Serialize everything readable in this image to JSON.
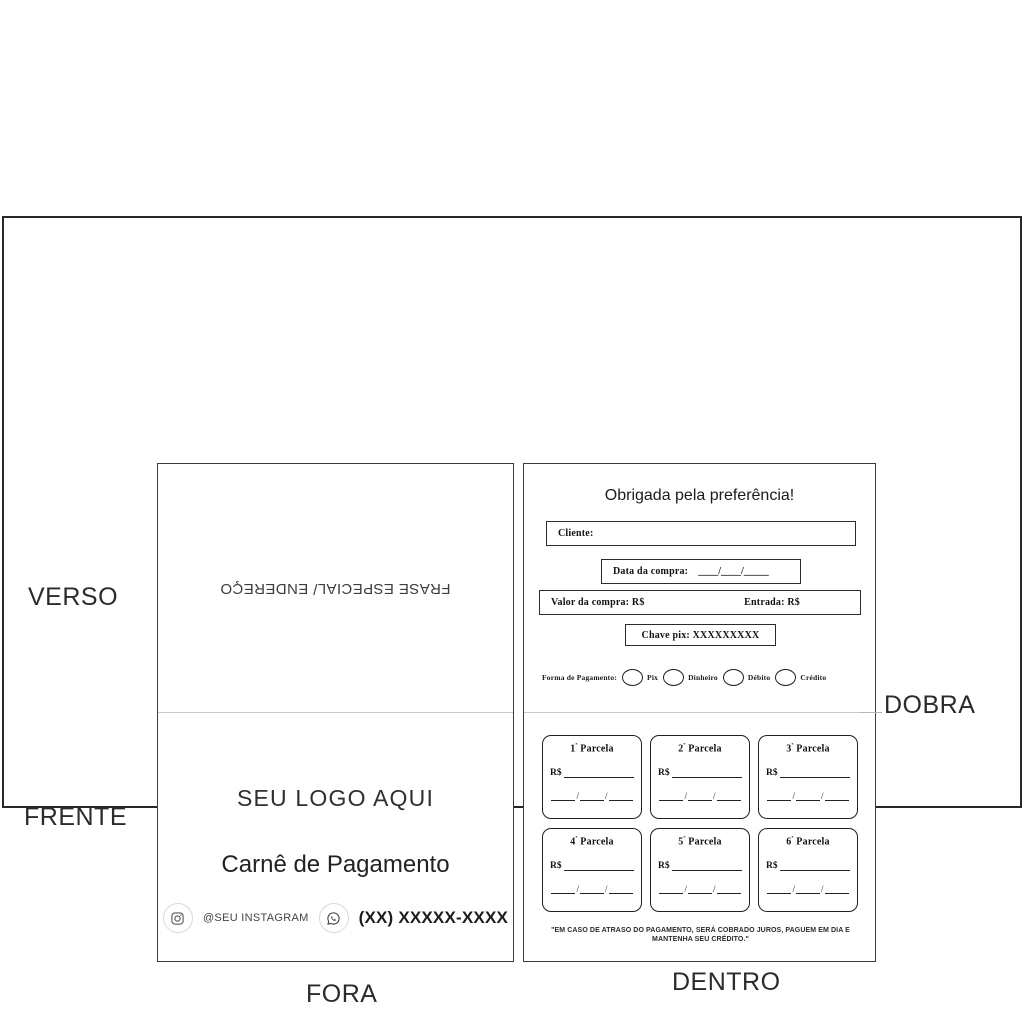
{
  "artboard": {
    "annotations": {
      "verso": "VERSO",
      "frente": "FRENTE",
      "dobra": "DOBRA",
      "fora": "FORA",
      "dentro": "DENTRO"
    }
  },
  "outside_panel": {
    "verso": {
      "text": "FRASE ESPECIAL/ ENDEREÇO"
    },
    "frente": {
      "logo_placeholder": "SEU LOGO AQUI",
      "title": "Carnê de Pagamento",
      "instagram_icon": "instagram-icon",
      "instagram_handle": "@SEU INSTAGRAM",
      "whatsapp_icon": "whatsapp-icon",
      "phone": "(XX) XXXXX-XXXX"
    }
  },
  "inside_panel": {
    "thanks_title": "Obrigada pela preferência!",
    "fields": {
      "cliente_label": "Cliente:",
      "data_label": "Data da compra:",
      "data_blanks": "____/____/_____",
      "valor_label": "Valor da compra: R$",
      "entrada_label": "Entrada: R$",
      "chave_pix": "Chave pix: XXXXXXXXX"
    },
    "payment": {
      "label": "Forma de Pagamento:",
      "options": [
        "Pix",
        "Dinheiro",
        "Débito",
        "Crédito"
      ]
    },
    "installments": [
      {
        "title": "1",
        "ordinal": "ª",
        "suffix": " Parcela",
        "currency": "R$"
      },
      {
        "title": "2",
        "ordinal": "ª",
        "suffix": " Parcela",
        "currency": "R$"
      },
      {
        "title": "3",
        "ordinal": "ª",
        "suffix": " Parcela",
        "currency": "R$"
      },
      {
        "title": "4",
        "ordinal": "ª",
        "suffix": " Parcela",
        "currency": "R$"
      },
      {
        "title": "5",
        "ordinal": "ª",
        "suffix": " Parcela",
        "currency": "R$"
      },
      {
        "title": "6",
        "ordinal": "ª",
        "suffix": " Parcela",
        "currency": "R$"
      }
    ],
    "warning": "\"EM CASO DE ATRASO DO PAGAMENTO, SERÁ COBRADO JUROS, PAGUEM EM DIA E MANTENHA SEU CRÉDITO.\""
  },
  "colors": {
    "frame": "#272727",
    "panel_border": "#3a3a3a",
    "fold_line": "#c9c9c9",
    "text": "#1c1c1c"
  }
}
